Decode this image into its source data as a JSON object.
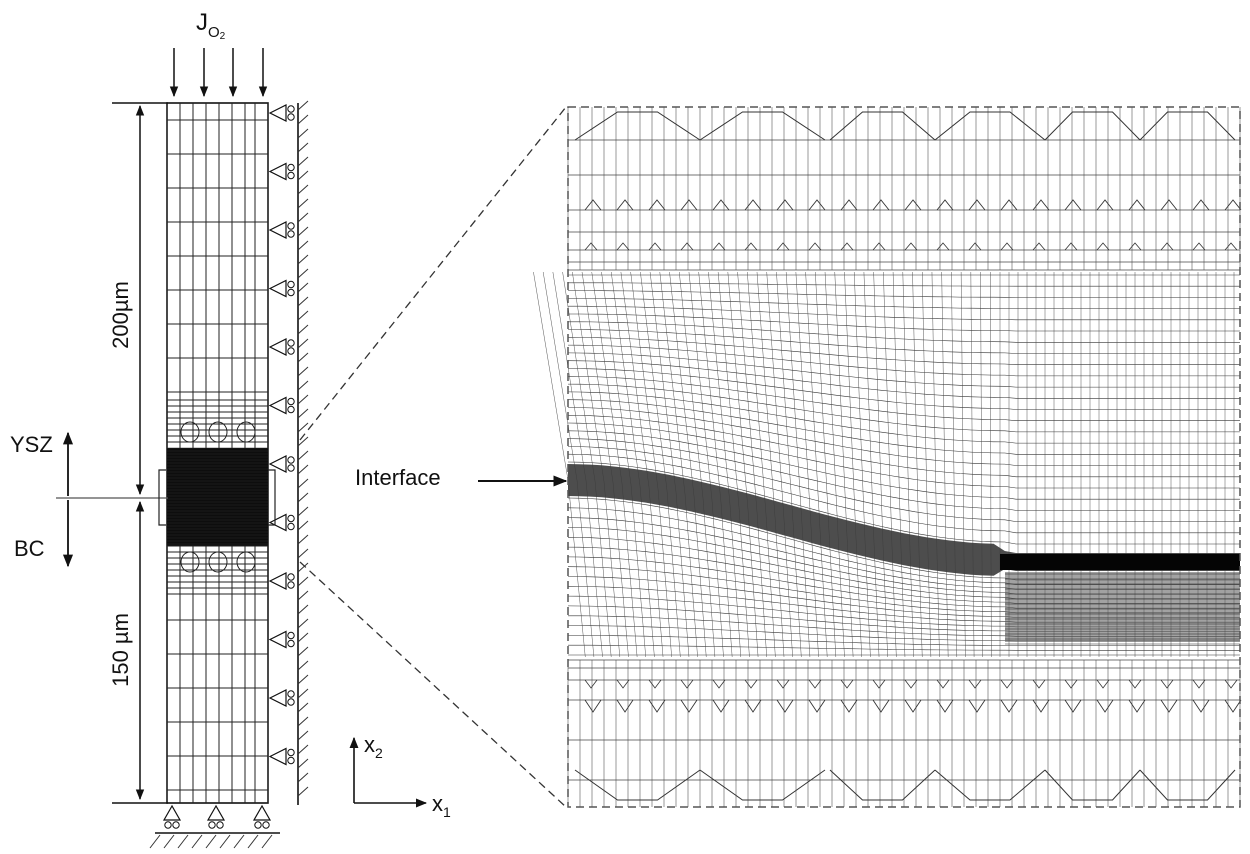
{
  "flux_label": {
    "main": "J",
    "sub": "O",
    "sub2": "2"
  },
  "dimensions": {
    "upper": "200µm",
    "lower": "150 µm"
  },
  "layers": {
    "top": "YSZ",
    "bottom": "BC"
  },
  "interface_label": "Interface",
  "axes": {
    "x2_main": "x",
    "x2_sub": "2",
    "x1_main": "x",
    "x1_sub": "1"
  },
  "icons": [
    "arrow-down-icon",
    "roller-support-icon",
    "hatched-ground-icon",
    "arrow-right-icon",
    "arrow-up-icon"
  ]
}
